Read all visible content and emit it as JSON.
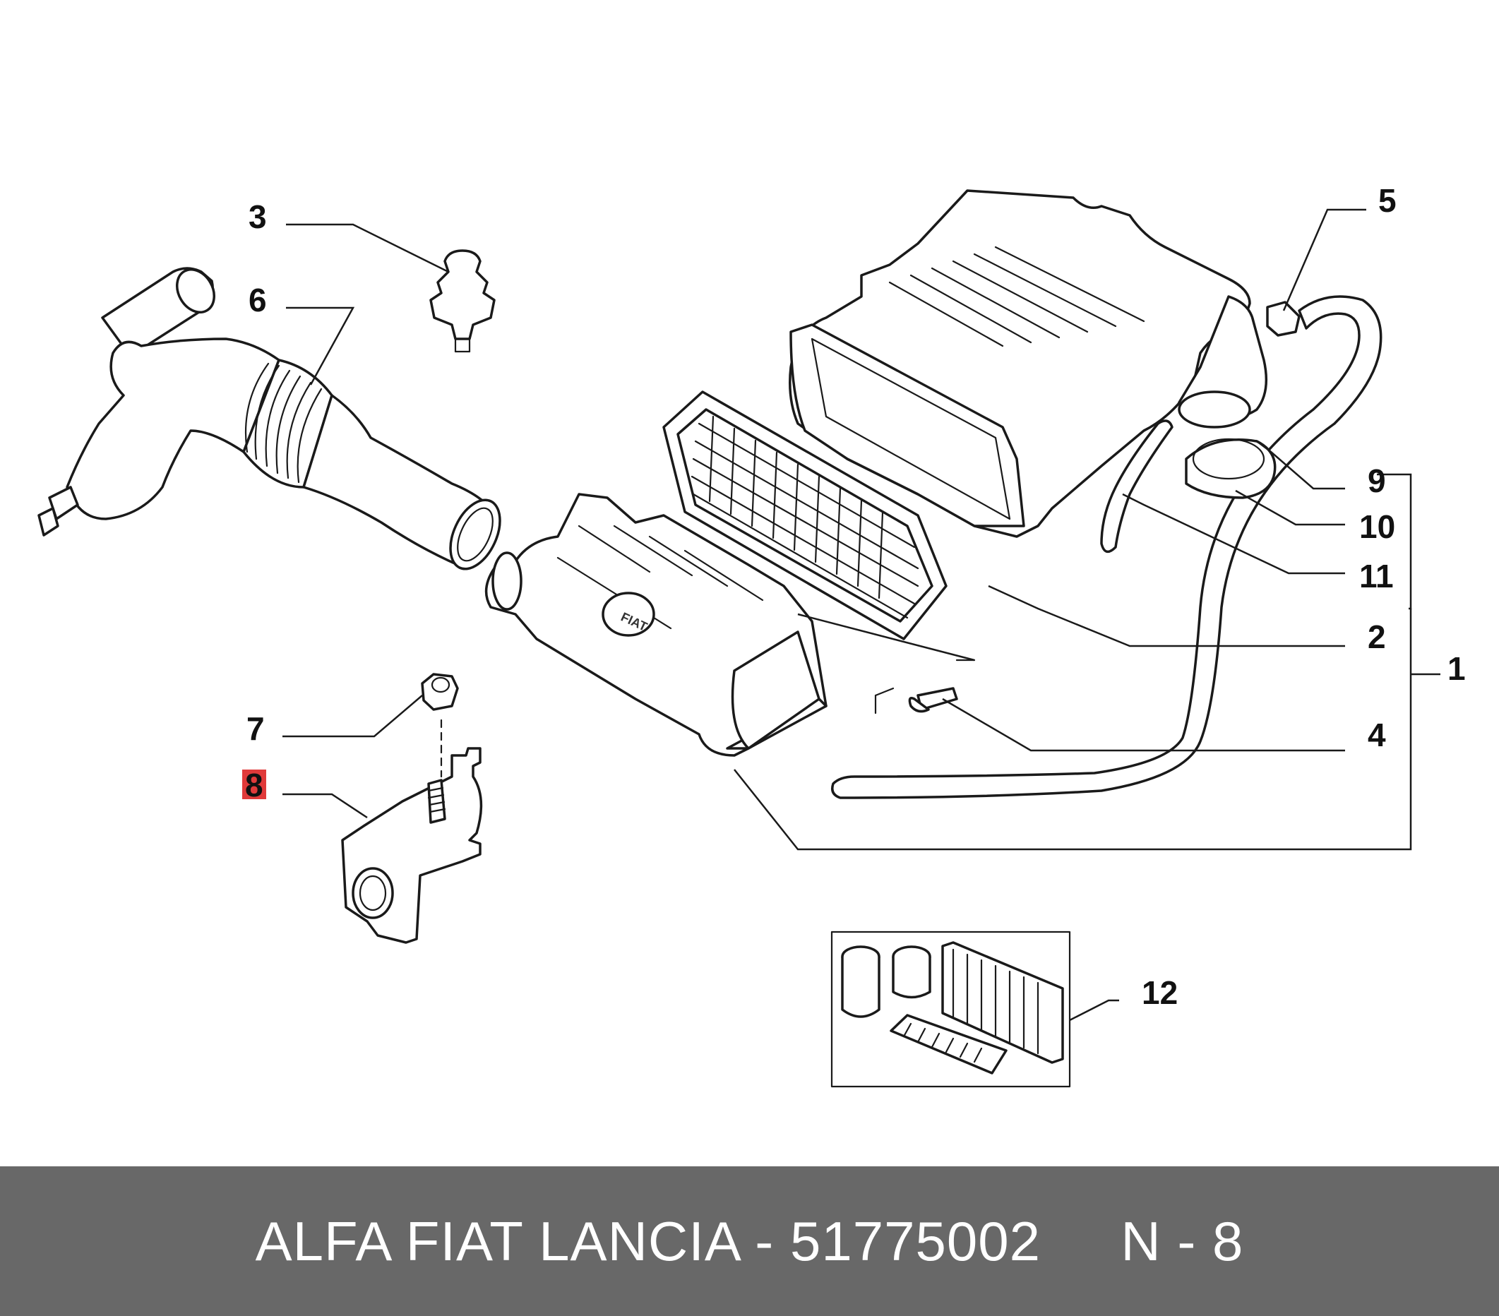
{
  "callouts": [
    {
      "id": "1",
      "label": "1"
    },
    {
      "id": "2",
      "label": "2"
    },
    {
      "id": "3",
      "label": "3"
    },
    {
      "id": "4",
      "label": "4"
    },
    {
      "id": "5",
      "label": "5"
    },
    {
      "id": "6",
      "label": "6"
    },
    {
      "id": "7",
      "label": "7"
    },
    {
      "id": "8",
      "label": "8",
      "highlighted": true
    },
    {
      "id": "9",
      "label": "9"
    },
    {
      "id": "10",
      "label": "10"
    },
    {
      "id": "11",
      "label": "11"
    },
    {
      "id": "12",
      "label": "12"
    }
  ],
  "parts_logo": "FIAT",
  "highlight_color": "#e03a3a",
  "footer": {
    "brand": "ALFA FIAT LANCIA",
    "separator": " - ",
    "part_number": "51775002",
    "position": "N - 8"
  }
}
